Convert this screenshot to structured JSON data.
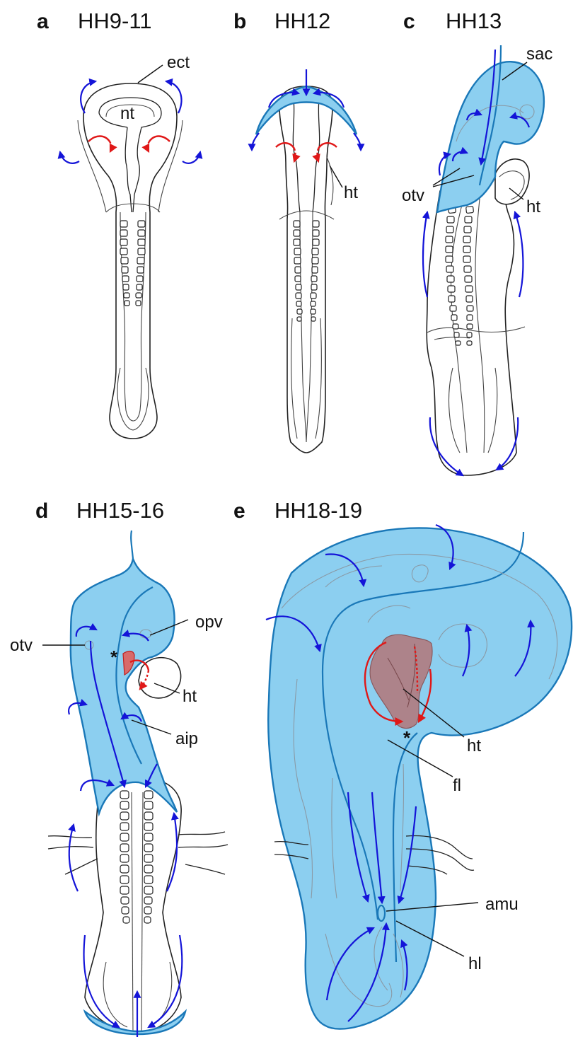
{
  "panels": [
    {
      "letter": "a",
      "stage": "HH9-11",
      "labels": [
        "ect",
        "nt"
      ]
    },
    {
      "letter": "b",
      "stage": "HH12",
      "labels": [
        "ht"
      ]
    },
    {
      "letter": "c",
      "stage": "HH13",
      "labels": [
        "sac",
        "otv",
        "ht"
      ]
    },
    {
      "letter": "d",
      "stage": "HH15-16",
      "labels": [
        "otv",
        "opv",
        "ht",
        "aip",
        "*"
      ]
    },
    {
      "letter": "e",
      "stage": "HH18-19",
      "labels": [
        "ht",
        "fl",
        "amu",
        "hl",
        "*"
      ]
    }
  ],
  "colors": {
    "amnion_fill": "#8ccff0",
    "amnion_edge": "#1a78b8",
    "movement_arrow": "#1414d8",
    "heart_arrow": "#e01818",
    "heart_fill": "#b07a7e"
  }
}
